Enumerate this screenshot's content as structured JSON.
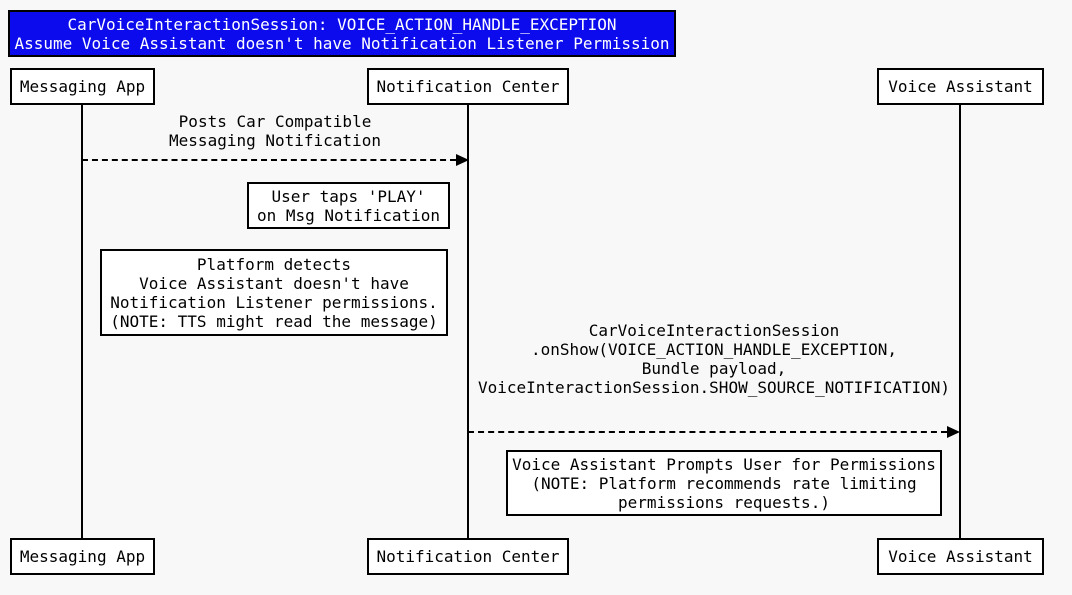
{
  "colors": {
    "background": "#F8F8F8",
    "title_bg": "#0B0BEE",
    "title_text": "#FFFFFF",
    "box_bg": "#FFFFFF",
    "line": "#000000"
  },
  "title": "CarVoiceInteractionSession: VOICE_ACTION_HANDLE_EXCEPTION\nAssume Voice Assistant doesn't have Notification Listener Permission",
  "participants": [
    {
      "name": "Messaging App"
    },
    {
      "name": "Notification Center"
    },
    {
      "name": "Voice Assistant"
    }
  ],
  "messages": [
    {
      "from": "Messaging App",
      "to": "Notification Center",
      "label": "Posts Car Compatible\nMessaging Notification",
      "line_style": "dashed"
    },
    {
      "from": "Notification Center",
      "to": "Voice Assistant",
      "label": "CarVoiceInteractionSession\n.onShow(VOICE_ACTION_HANDLE_EXCEPTION,\nBundle payload,\nVoiceInteractionSession.SHOW_SOURCE_NOTIFICATION)",
      "line_style": "dashed"
    }
  ],
  "notes": [
    {
      "text": "User taps 'PLAY'\non Msg Notification"
    },
    {
      "text": "Platform detects\nVoice Assistant doesn't have\nNotification Listener permissions.\n(NOTE: TTS might read the message)"
    },
    {
      "text": "Voice Assistant Prompts User for Permissions\n(NOTE: Platform recommends rate limiting\npermissions requests.)"
    }
  ]
}
